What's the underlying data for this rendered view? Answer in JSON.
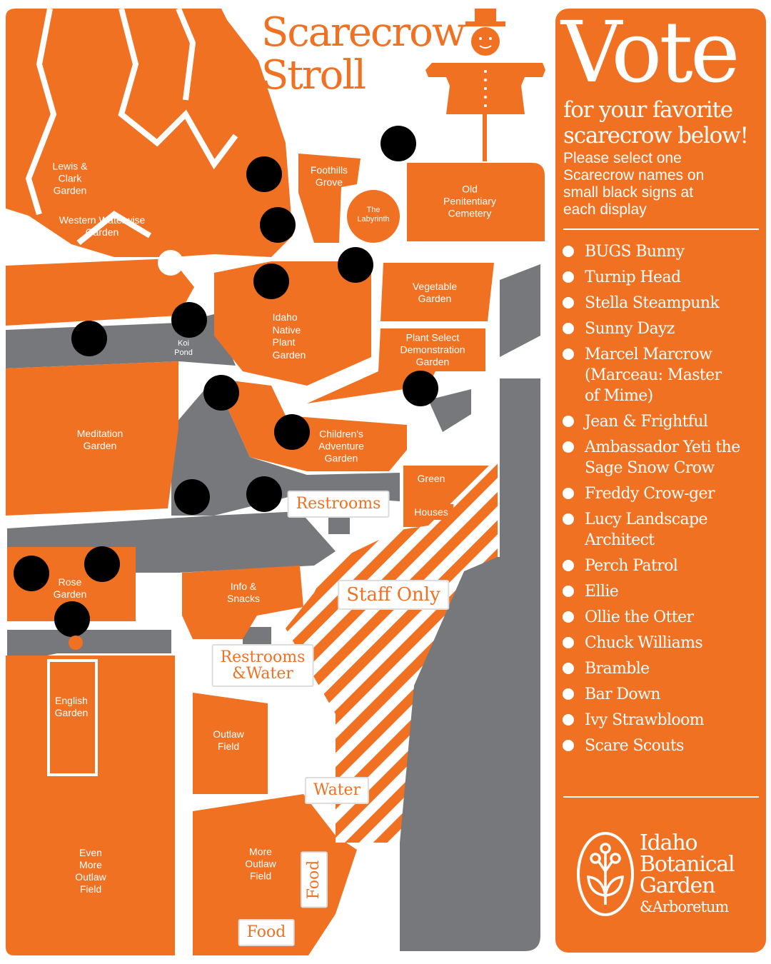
{
  "title": {
    "line1": "Scarecrow",
    "line2": "Stroll"
  },
  "colors": {
    "orange": "#f07122",
    "gray": "#77787b",
    "white": "#ffffff",
    "marker": "#000000"
  },
  "map": {
    "areas": [
      {
        "id": "lewis-clark",
        "label": "Lewis &\nClark\nGarden"
      },
      {
        "id": "western-waterwise",
        "label": "Western Waterwise\nGarden"
      },
      {
        "id": "foothills",
        "label": "Foothills\nGrove"
      },
      {
        "id": "labyrinth",
        "label": "The\nLabyrinth"
      },
      {
        "id": "penitentiary",
        "label": "Old\nPenitentiary\nCemetery"
      },
      {
        "id": "vegetable",
        "label": "Vegetable\nGarden"
      },
      {
        "id": "idaho-native",
        "label": "Idaho\nNative\nPlant\nGarden"
      },
      {
        "id": "koi-pond",
        "label": "Koi\nPond"
      },
      {
        "id": "plant-select",
        "label": "Plant Select\nDemonstration\nGarden"
      },
      {
        "id": "meditation",
        "label": "Meditation\nGarden"
      },
      {
        "id": "childrens",
        "label": "Children's\nAdventure\nGarden"
      },
      {
        "id": "rose",
        "label": "Rose\nGarden"
      },
      {
        "id": "info-snacks",
        "label": "Info &\nSnacks"
      },
      {
        "id": "english",
        "label": "English\nGarden"
      },
      {
        "id": "outlaw",
        "label": "Outlaw\nField"
      },
      {
        "id": "even-more-outlaw",
        "label": "Even\nMore\nOutlaw\nField"
      },
      {
        "id": "more-outlaw",
        "label": "More\nOutlaw\nField"
      }
    ],
    "green": "Green",
    "houses": "Houses",
    "signs": {
      "restrooms": "Restrooms",
      "staff_only": "Staff Only",
      "restrooms_water": "Restrooms\n&Water",
      "water": "Water",
      "food_vertical": "Food",
      "food": "Food"
    }
  },
  "panel": {
    "heading": "Vote",
    "subheading": "for your favorite\nscarecrow below!",
    "instructions": "Please select one\nScarecrow names on\nsmall black signs at\neach display",
    "options": [
      "BUGS Bunny",
      "Turnip Head",
      "Stella Steampunk",
      "Sunny Dayz",
      "Marcel Marcrow\n(Marceau: Master\nof Mime)",
      "Jean & Frightful",
      "Ambassador Yeti the\nSage Snow Crow",
      "Freddy Crow-ger",
      "Lucy Landscape\nArchitect",
      "Perch Patrol",
      "Ellie",
      "Ollie the Otter",
      "Chuck Williams",
      "Bramble",
      "Bar Down",
      "Ivy Strawbloom",
      "Scare Scouts"
    ],
    "logo": {
      "line1": "Idaho",
      "line2": "Botanical",
      "line3": "Garden",
      "line4": "&Arboretum"
    }
  }
}
